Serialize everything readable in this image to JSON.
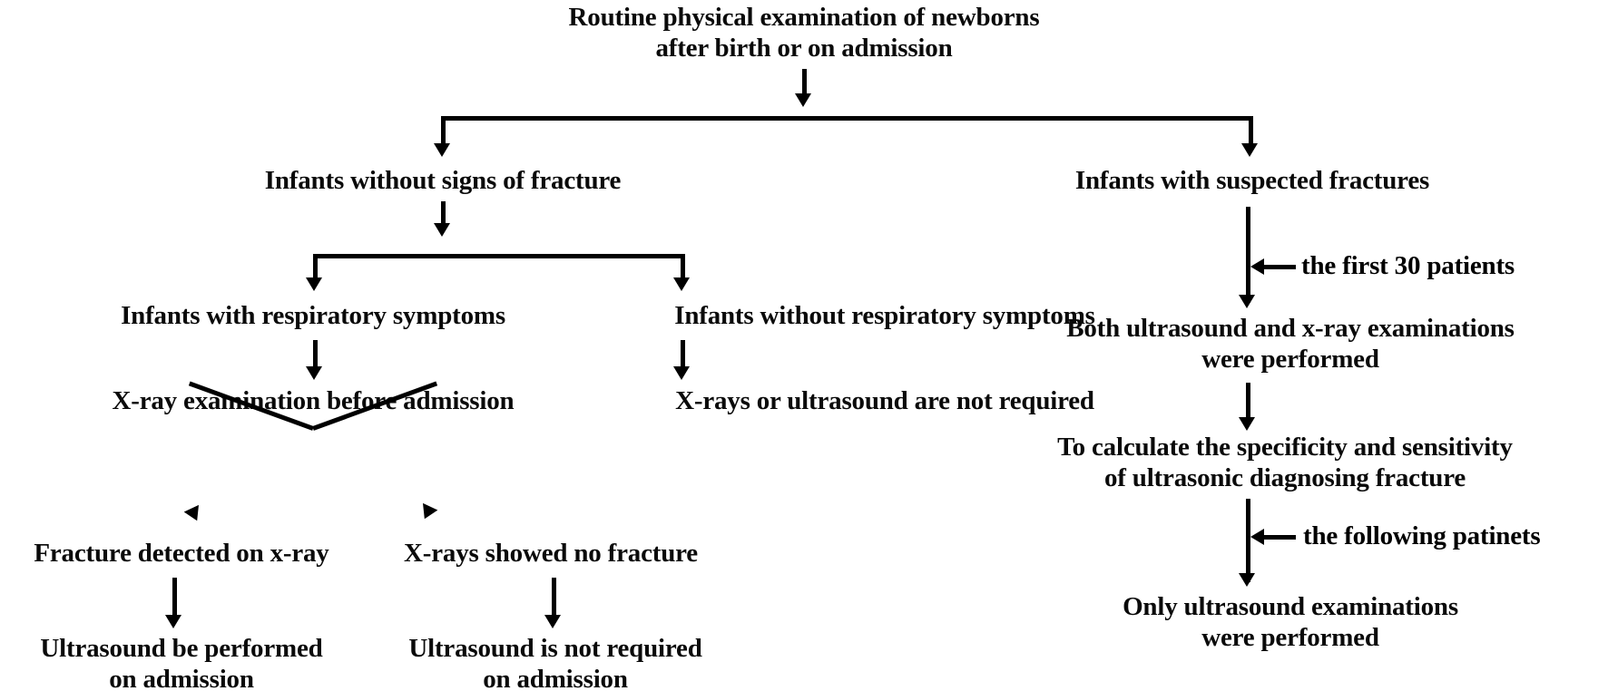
{
  "diagram": {
    "title_node": {
      "line1": "Routine physical examination of newborns",
      "line2": "after birth or on admission"
    },
    "branches": {
      "left": {
        "label": "Infants without signs of fracture",
        "sub_left": {
          "label": "Infants with respiratory symptoms",
          "next": "X-ray examination  before admission",
          "outcomes": [
            {
              "label": "Fracture detected on x-ray",
              "result_line1": "Ultrasound  be performed",
              "result_line2": "on  admission"
            },
            {
              "label": "X-rays showed no  fracture",
              "result_line1": "Ultrasound is not required",
              "result_line2": "on  admission"
            }
          ]
        },
        "sub_right": {
          "label": "Infants without respiratory symptoms",
          "next": "X-rays or ultrasound are not required"
        }
      },
      "right": {
        "label": "Infants with suspected fractures",
        "annotation_1": "the first 30 patients",
        "step_1": {
          "line1": "Both ultrasound and x-ray  examinations",
          "line2": "were performed"
        },
        "step_2": {
          "line1": "To calculate the specificity and sensitivity",
          "line2": "of ultrasonic diagnosing  fracture"
        },
        "annotation_2": "the following patinets",
        "step_3": {
          "line1": "Only ultrasound examinations",
          "line2": "were performed"
        }
      }
    },
    "colors": {
      "ink": "#000000",
      "background": "#ffffff"
    }
  }
}
